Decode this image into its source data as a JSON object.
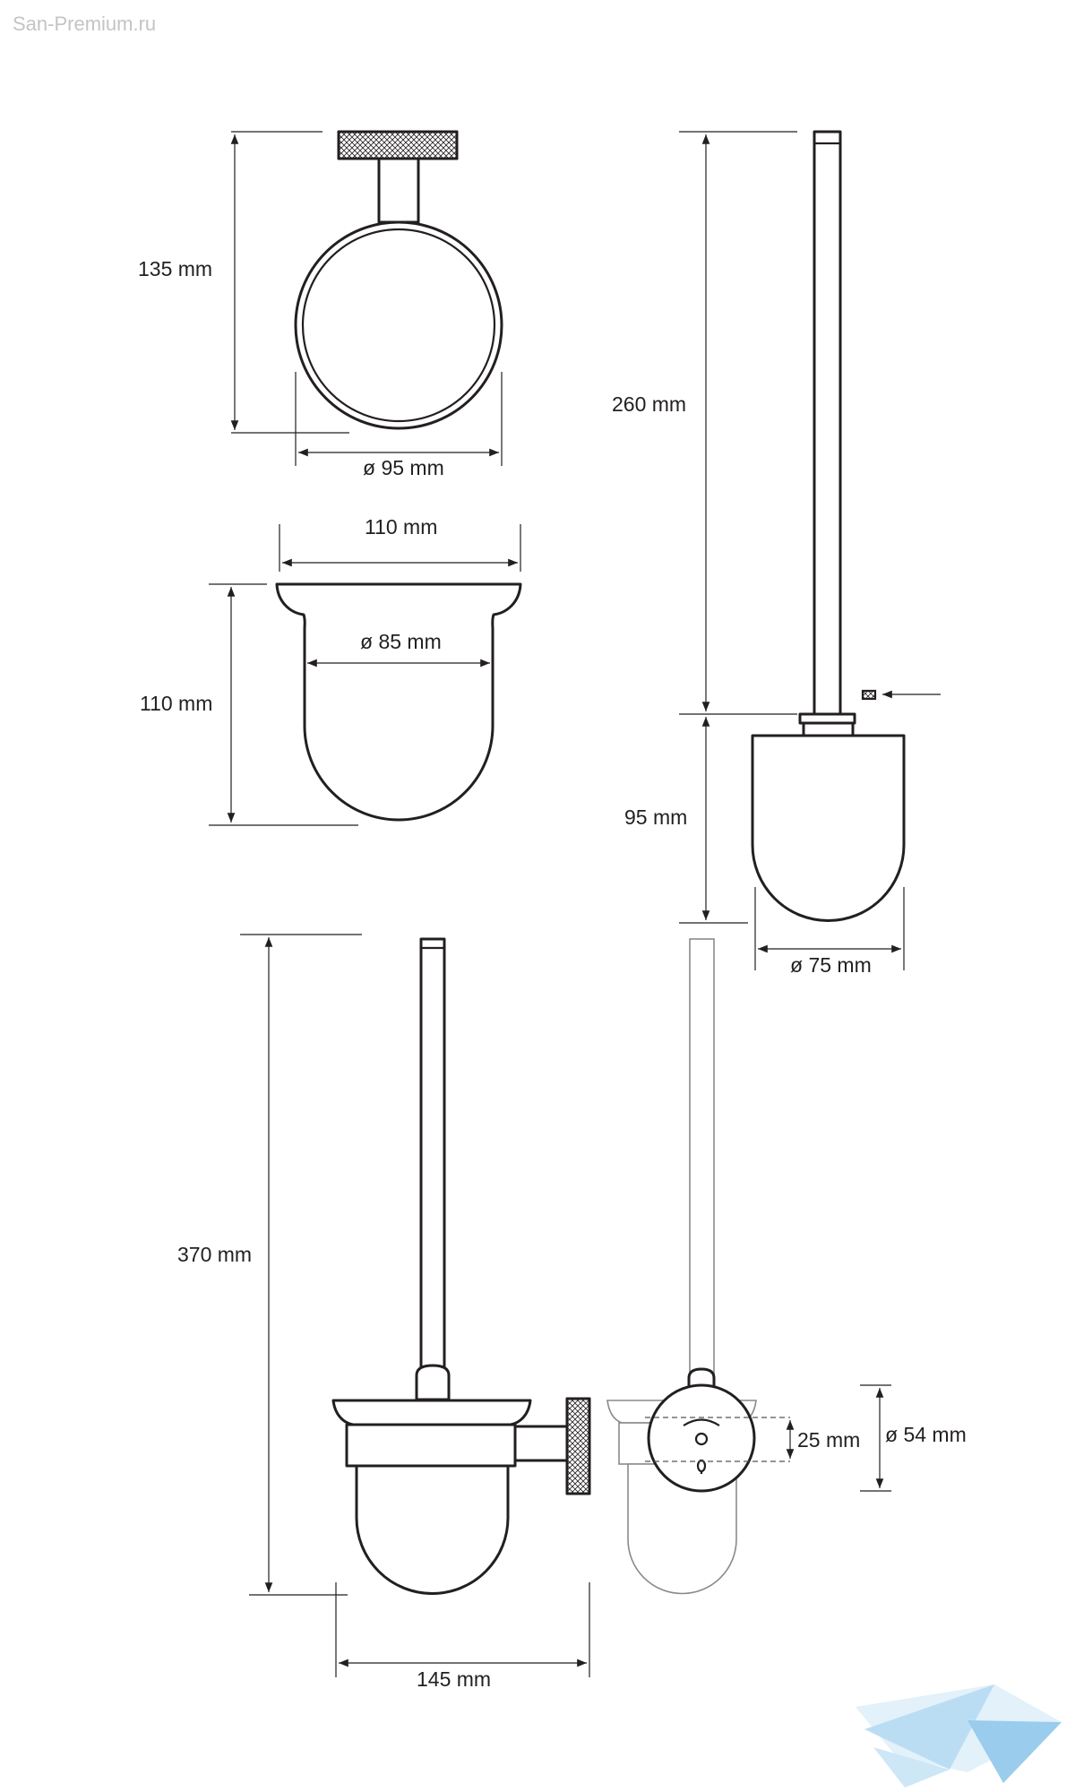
{
  "watermark": "San-Premium.ru",
  "dimensions": {
    "holder_height": "135 mm",
    "holder_diameter": "ø 95 mm",
    "cup_width": "110 mm",
    "cup_inner_diameter": "ø 85 mm",
    "cup_height": "110 mm",
    "brush_height": "260 mm",
    "brush_head_height": "95 mm",
    "brush_head_diameter": "ø 75 mm",
    "total_height": "370 mm",
    "total_depth": "145 mm",
    "mount_height": "25 mm",
    "mount_diameter": "ø 54 mm"
  },
  "colors": {
    "line": "#231f20",
    "logo": "#6fb7e6"
  }
}
